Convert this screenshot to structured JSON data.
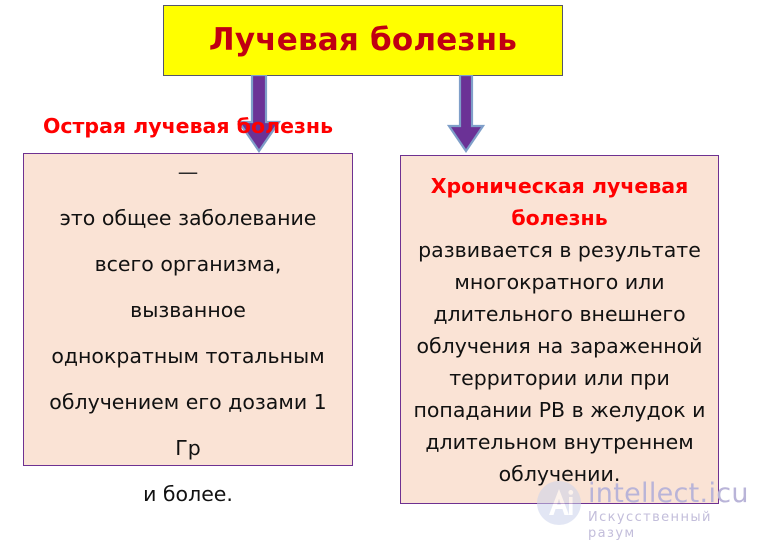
{
  "diagram": {
    "title_box": {
      "text": "Лучевая болезнь",
      "fill": "#FFFF00",
      "text_color": "#C00012",
      "border_color": "#55566B"
    },
    "arrows": [
      {
        "name": "arrow-to-acute",
        "direction": "down",
        "fill": "#6B3296",
        "stroke": "#7F9FC9"
      },
      {
        "name": "arrow-to-chronic",
        "direction": "down",
        "fill": "#6B3296",
        "stroke": "#7F9FC9"
      }
    ],
    "boxes": [
      {
        "id": "acute",
        "term": "Острая лучевая болезнь",
        "dash": " — ",
        "term_color": "#FF0000",
        "fill": "#FAE3D5",
        "border_color": "#6E3191",
        "lines": [
          "это общее заболевание",
          "всего организма, вызванное",
          "однократным тотальным",
          "облучением его дозами 1 Гр",
          "и более."
        ]
      },
      {
        "id": "chronic",
        "term_line_1": "Хроническая лучевая",
        "term_line_2": "болезнь",
        "term_color": "#FF0000",
        "fill": "#FAE3D5",
        "border_color": "#6E3191",
        "lines": [
          "развивается в результате",
          "многократного или",
          "длительного внешнего",
          "облучения на зараженной",
          "территории или при",
          "попадании РВ в желудок и",
          "длительном внутреннем",
          "облучении."
        ]
      }
    ]
  },
  "watermark": {
    "logo_icon": "ai-circle-logo-icon",
    "title": "intellect.icu",
    "subtitle": "Искусственный разум"
  }
}
